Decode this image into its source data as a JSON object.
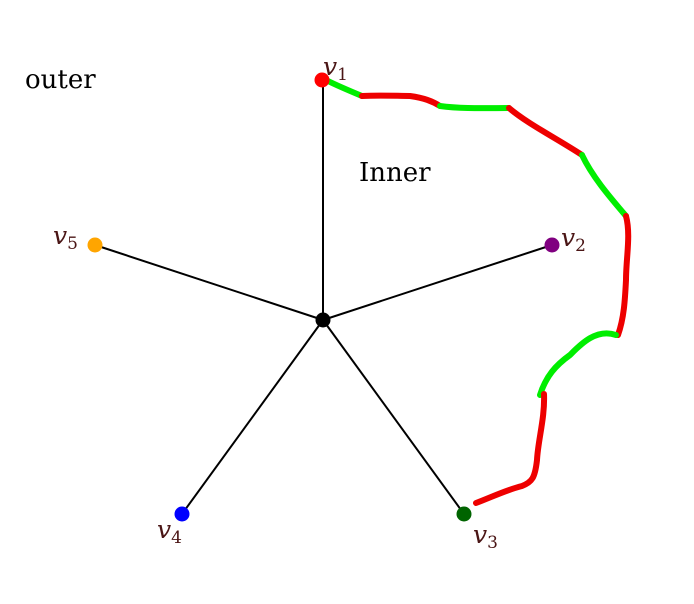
{
  "regions": {
    "outer": "outer",
    "inner": "Inner"
  },
  "vertices": [
    {
      "id": "v1",
      "name": "v",
      "index": "1",
      "color": "#ff0000"
    },
    {
      "id": "v2",
      "name": "v",
      "index": "2",
      "color": "#800080"
    },
    {
      "id": "v3",
      "name": "v",
      "index": "3",
      "color": "#006400"
    },
    {
      "id": "v4",
      "name": "v",
      "index": "4",
      "color": "#0000ff"
    },
    {
      "id": "v5",
      "name": "v",
      "index": "5",
      "color": "#ffa500"
    }
  ],
  "label_color": "#4a1515",
  "center_color": "#000000",
  "path_colors": [
    "#00ee00",
    "#ee0000"
  ]
}
